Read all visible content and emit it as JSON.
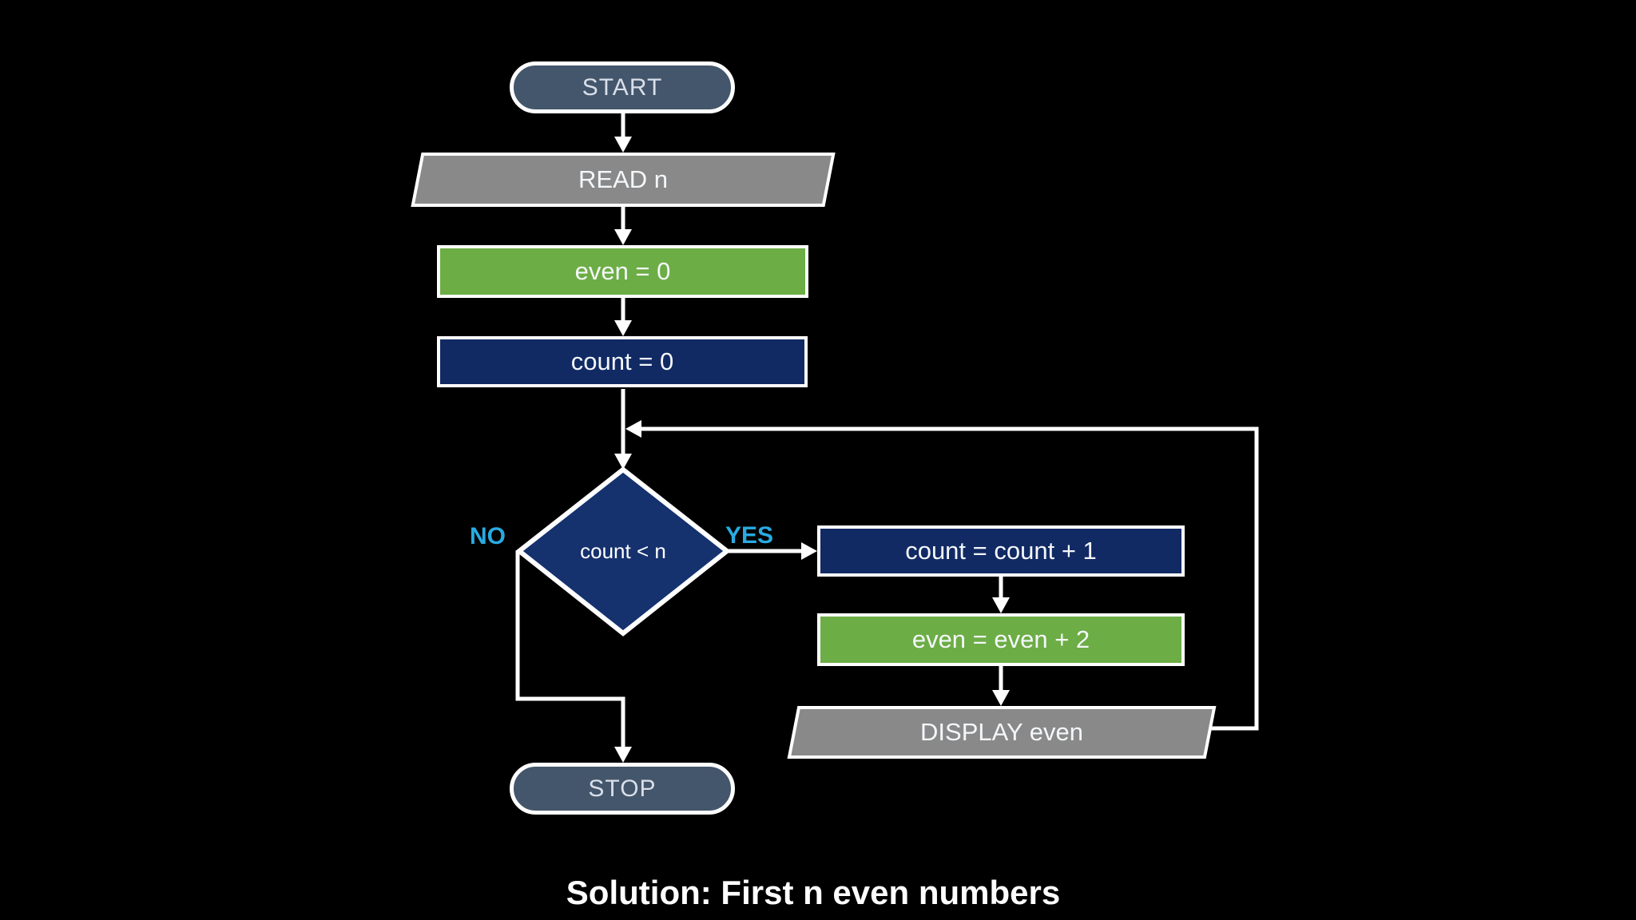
{
  "flowchart": {
    "type": "flowchart",
    "caption": "Solution: First n even numbers",
    "nodes": {
      "start": {
        "label": "START",
        "shape": "terminator",
        "fill": "#44566b"
      },
      "read": {
        "label": "READ n",
        "shape": "parallelogram",
        "fill": "#898989"
      },
      "init_even": {
        "label": "even = 0",
        "shape": "process",
        "fill": "#6cad45"
      },
      "init_count": {
        "label": "count = 0",
        "shape": "process",
        "fill": "#112a64"
      },
      "decision": {
        "label": "count < n",
        "shape": "diamond",
        "fill": "#15316e"
      },
      "inc_count": {
        "label": "count = count + 1",
        "shape": "process",
        "fill": "#112a64"
      },
      "inc_even": {
        "label": "even = even + 2",
        "shape": "process",
        "fill": "#6cad45"
      },
      "display": {
        "label": "DISPLAY even",
        "shape": "parallelogram",
        "fill": "#898989"
      },
      "stop": {
        "label": "STOP",
        "shape": "terminator",
        "fill": "#44566b"
      }
    },
    "branch_labels": {
      "no": "NO",
      "yes": "YES"
    },
    "edges": [
      "start -> read",
      "read -> init_even",
      "init_even -> init_count",
      "init_count -> decision",
      "decision -YES-> inc_count",
      "inc_count -> inc_even",
      "inc_even -> display",
      "display -> loop back above decision",
      "decision -NO-> stop"
    ],
    "colors": {
      "background": "#000000",
      "terminator_fill": "#44566b",
      "io_fill": "#898989",
      "process_green": "#6cad45",
      "process_navy": "#112a64",
      "decision_fill": "#15316e",
      "branch_label": "#29abe2",
      "line": "#ffffff",
      "text": "#ffffff"
    }
  }
}
